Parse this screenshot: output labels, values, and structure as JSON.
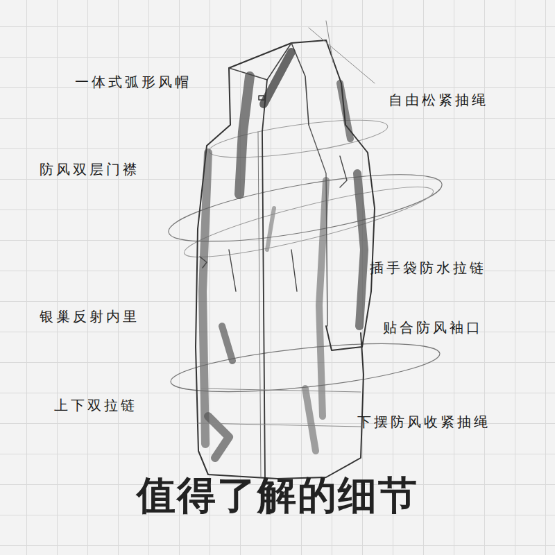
{
  "diagram": {
    "title": "值得了解的细节",
    "labels": [
      "一体式弧形风帽",
      "自由松紧抽绳",
      "防风双层门襟",
      "插手袋防水拉链",
      "银巢反射内里",
      "贴合防风袖口",
      "上下双拉链",
      "下摆防风收紧抽绳"
    ]
  }
}
